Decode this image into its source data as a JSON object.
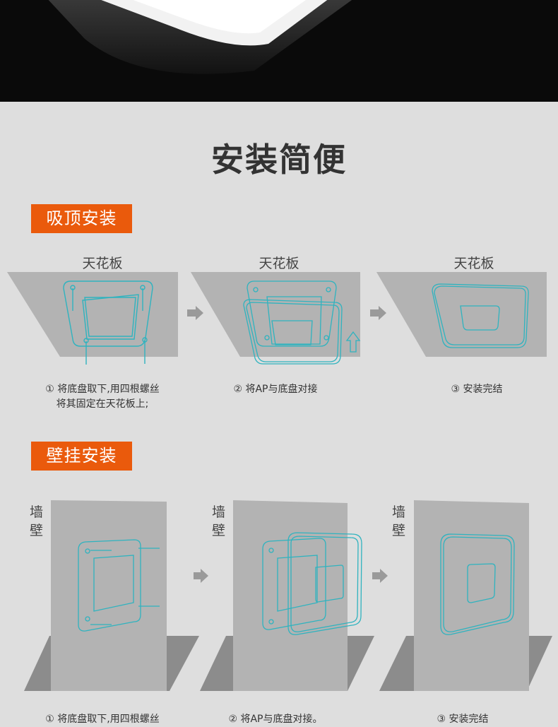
{
  "section_title": "安装简便",
  "ceiling_mount": {
    "heading": "吸顶安装",
    "surface_label": "天花板",
    "steps": [
      "① 将底盘取下,用四根螺丝\n将其固定在天花板上;",
      "② 将AP与底盘对接",
      "③ 安装完结"
    ]
  },
  "wall_mount": {
    "heading": "壁挂安装",
    "surface_label": "墙壁",
    "steps": [
      "① 将底盘取下,用四根螺丝",
      "② 将AP与底盘对接。",
      "③ 安装完结"
    ]
  },
  "colors": {
    "badge": "#ea5a0c",
    "surface": "#b3b3b3",
    "line": "#2fb3bf",
    "arrow": "#9a9a9a",
    "page_bg": "#dedede"
  },
  "icons": [
    "right-arrow-icon",
    "up-arrow-icon",
    "screw-icon"
  ]
}
